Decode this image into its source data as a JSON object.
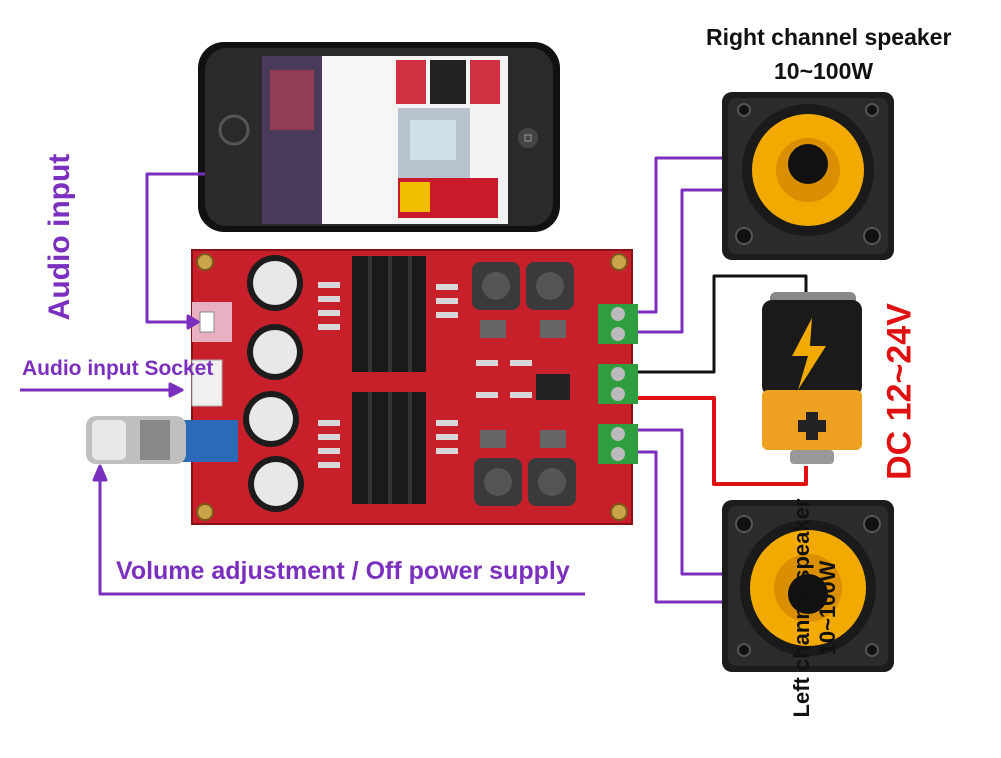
{
  "labels": {
    "right_speaker_title": "Right channel speaker",
    "right_speaker_power": "10~100W",
    "audio_input": "Audio input",
    "audio_input_socket": "Audio input Socket",
    "volume": "Volume adjustment / Off power supply",
    "dc_supply": "DC 12~24V",
    "left_speaker_title": "Left channel speaker",
    "left_speaker_power": "10~100W"
  },
  "colors": {
    "purple_wire": "#7b2fbe",
    "red_wire": "#e01010",
    "black_wire": "#111111",
    "board": "#c8202a",
    "heatsink": "#1a1a1a",
    "terminal": "#2e9e3e",
    "speaker_cone": "#f2a900"
  },
  "icons": {
    "phone": "smartphone-icon",
    "battery": "battery-icon",
    "bolt": "lightning-bolt-icon",
    "speaker": "speaker-icon"
  }
}
